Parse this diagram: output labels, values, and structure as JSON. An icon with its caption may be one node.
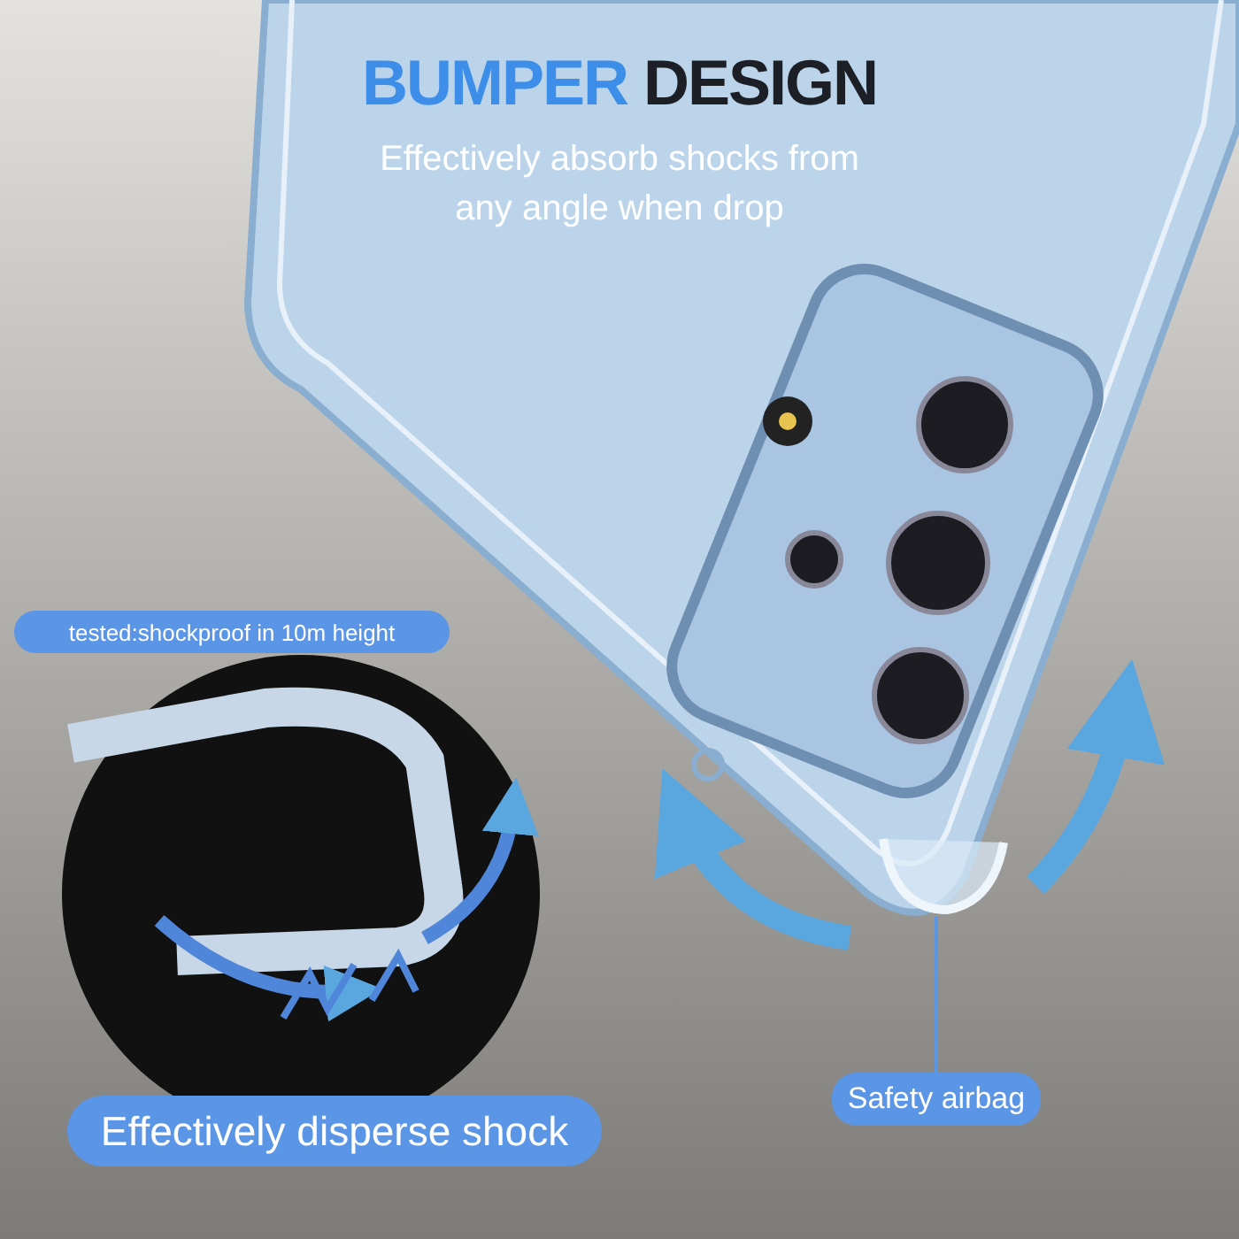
{
  "diagram": {
    "title": "BUMPER DESIGN",
    "nodes": [
      {
        "text": [
          "tested:shockproof in 10m height"
        ]
      },
      {
        "text": [
          "Effectively disperse shock"
        ]
      },
      {
        "text": [
          "Safety airbag"
        ]
      },
      {
        "text": [],
        "shape": "picture"
      }
    ],
    "edges": [
      {
        "from": 2,
        "to": 3,
        "arrow": "none"
      }
    ],
    "labels": [
      "Effectively absorb shocks from any angle when drop"
    ]
  }
}
